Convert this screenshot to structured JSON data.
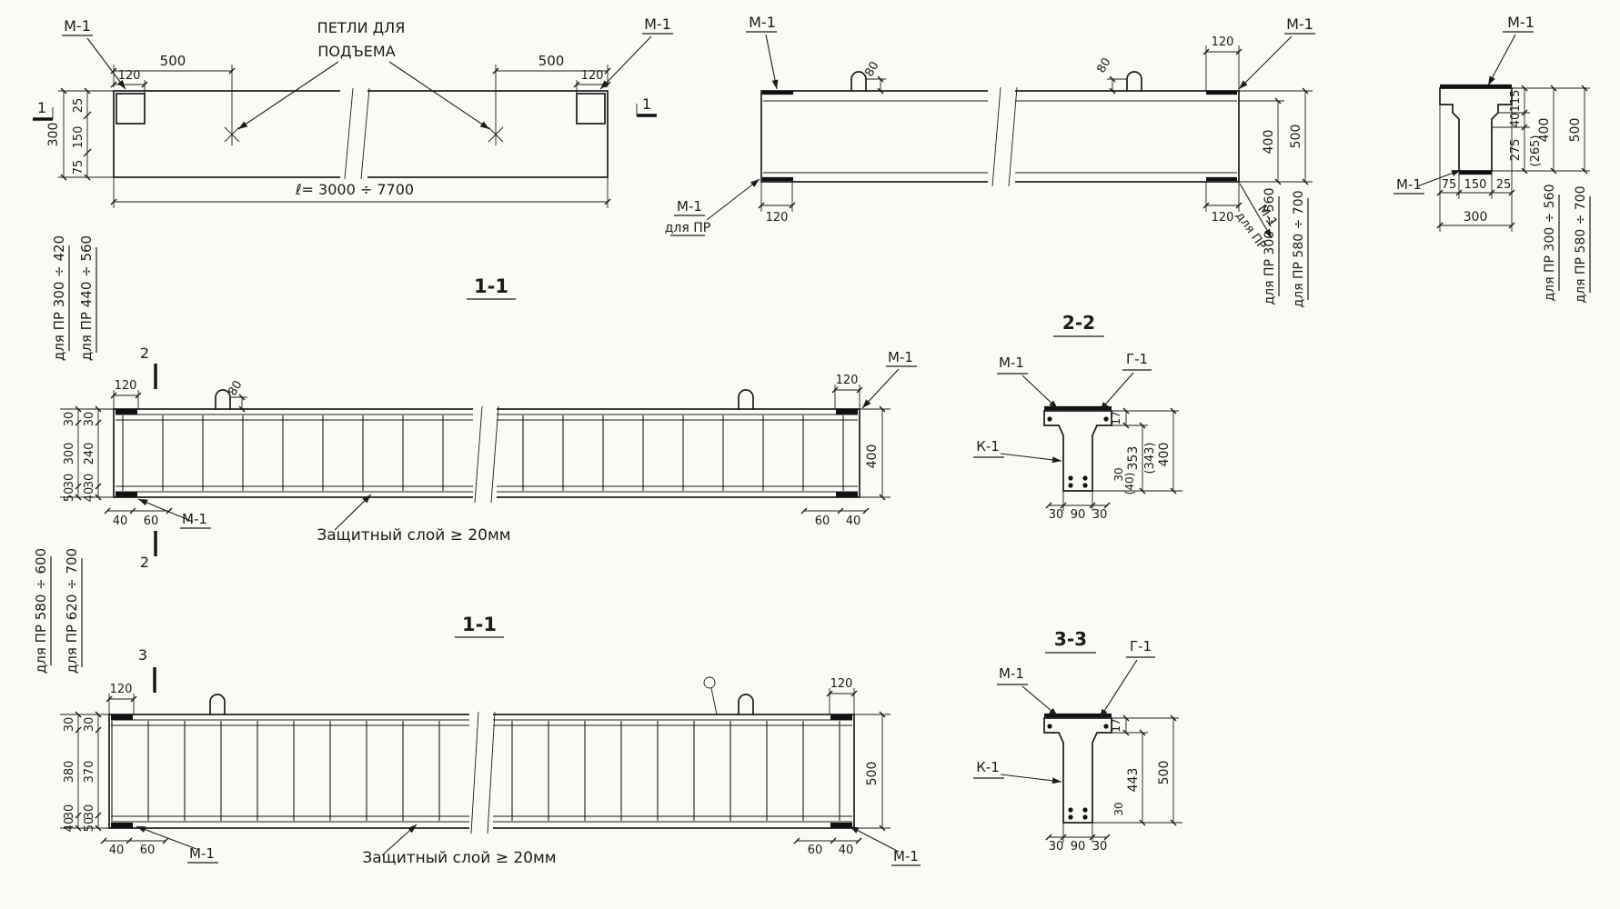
{
  "sheet": {
    "background": "#fbfaf6",
    "ink": "#1b1b1b"
  },
  "plan": {
    "m1_left": "М-1",
    "m1_right": "М-1",
    "dim_500_left": "500",
    "dim_120_left": "120",
    "loops_label_1": "ПЕТЛИ ДЛЯ",
    "loops_label_2": "ПОДЪЕМА",
    "dim_500_right": "500",
    "dim_120_right": "120",
    "dim_25": "25",
    "dim_150": "150",
    "dim_75": "75",
    "dim_300": "300",
    "cut_left": "1",
    "cut_right": "1",
    "length_dim": "ℓ= 3000 ÷ 7700"
  },
  "elevation": {
    "m1_top_left": "М-1",
    "m1_top_right": "М-1",
    "dim_80_left": "80",
    "dim_80_right": "80",
    "dim_120_top_right": "120",
    "m1_bottom_left": "М-1",
    "pr_bottom_left": "для ПР",
    "dim_120_bottom_left": "120",
    "dim_120_bottom_right": "120",
    "m1_bottom_right": "М-1",
    "pr_bottom_right": "для ПР",
    "dim_400": "400",
    "dim_500": "500",
    "range_400": "для ПР 300 ÷ 560",
    "range_500": "для ПР 580 ÷ 700"
  },
  "end_section": {
    "m1_top": "М-1",
    "m1_left": "М-1",
    "dim_115": "115",
    "dim_40": "40",
    "dim_275": "275",
    "dim_265": "(265)",
    "dim_400": "400",
    "dim_500": "500",
    "dim_75": "75",
    "dim_150": "150",
    "dim_25": "25",
    "dim_300": "300",
    "range_400": "для ПР 300 ÷ 560",
    "range_500": "для ПР 580 ÷ 700"
  },
  "section_1_top": {
    "title": "1-1",
    "range_a": "для ПР 300 ÷ 420",
    "range_b": "для ПР 440 ÷ 560",
    "cut_top": "2",
    "cut_bottom": "2",
    "dim_120_left": "120",
    "dim_80": "80",
    "dim_120_right": "120",
    "m1_right": "М-1",
    "dim_400": "400",
    "left_outer": [
      "30",
      "300",
      "30",
      "50"
    ],
    "left_inner": [
      "30",
      "240",
      "30",
      "40"
    ],
    "dim_40_bl": "40",
    "dim_60_bl": "60",
    "m1_bl": "М-1",
    "cover_note": "Защитный слой ≥ 20мм",
    "dim_60_br": "60",
    "dim_40_br": "40"
  },
  "section_2": {
    "title": "2-2",
    "m1": "М-1",
    "g1": "Г-1",
    "k1": "К-1",
    "dim_17": "17",
    "dim_353": "353",
    "dim_343": "(343)",
    "dim_400": "400",
    "dim_30_side": "30",
    "dim_40_side": "(40)",
    "dim_30_l": "30",
    "dim_90": "90",
    "dim_30_r": "30"
  },
  "section_1_bottom": {
    "title": "1-1",
    "range_a": "для ПР 580 ÷ 600",
    "range_b": "для ПР 620 ÷ 700",
    "cut": "3",
    "dim_120_left": "120",
    "dim_120_right": "120",
    "dim_500": "500",
    "left_outer": [
      "30",
      "380",
      "30",
      "40"
    ],
    "left_inner": [
      "30",
      "370",
      "30",
      "50"
    ],
    "dim_40_bl": "40",
    "dim_60_bl": "60",
    "m1_bl": "М-1",
    "cover_note": "Защитный слой ≥ 20мм",
    "dim_60_br": "60",
    "dim_40_br": "40",
    "m1_br": "М-1"
  },
  "section_3": {
    "title": "3-3",
    "m1": "М-1",
    "g1": "Г-1",
    "k1": "К-1",
    "dim_17": "17",
    "dim_443": "443",
    "dim_500": "500",
    "dim_30_side": "30",
    "dim_30_l": "30",
    "dim_90": "90",
    "dim_30_r": "30"
  }
}
